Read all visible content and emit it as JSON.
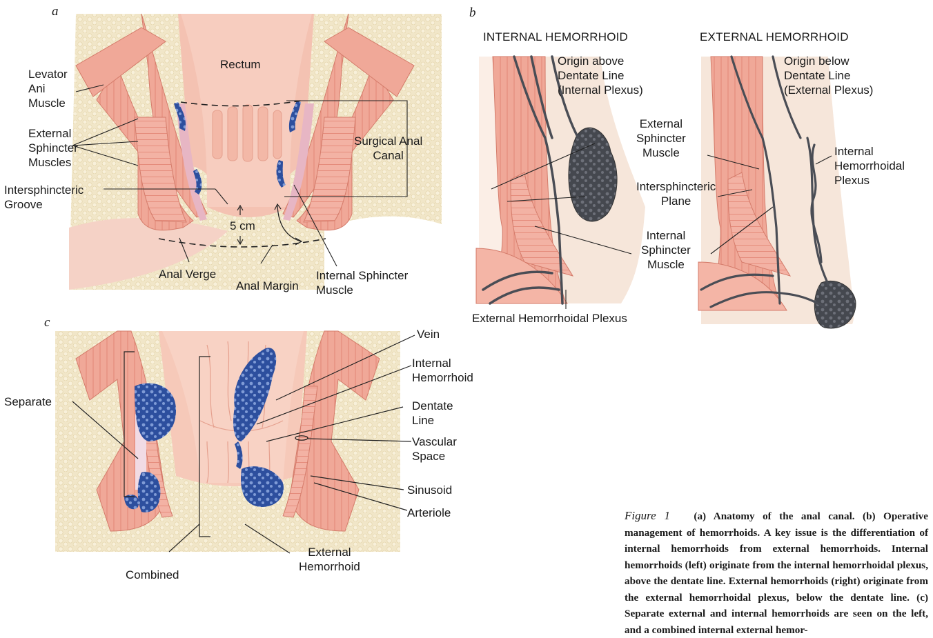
{
  "panel_a": {
    "letter": "a",
    "labels": {
      "rectum": "Rectum",
      "levator": [
        "Levator",
        "Ani",
        "Muscle"
      ],
      "external_sphincter": [
        "External",
        "Sphincter",
        "Muscles"
      ],
      "intersphincteric_groove": [
        "Intersphincteric",
        "Groove"
      ],
      "surgical_canal": [
        "Surgical Anal",
        "Canal"
      ],
      "length": "5 cm",
      "anal_verge": "Anal Verge",
      "anal_margin": "Anal Margin",
      "internal_sphincter": [
        "Internal Sphincter",
        "Muscle"
      ]
    }
  },
  "panel_b": {
    "letter": "b",
    "left_heading": "INTERNAL HEMORRHOID",
    "right_heading": "EXTERNAL HEMORRHOID",
    "labels": {
      "origin_above": [
        "Origin above",
        "Dentate Line",
        "(Internal Plexus)"
      ],
      "origin_below": [
        "Origin below",
        "Dentate Line",
        "(External Plexus)"
      ],
      "external_sphincter": [
        "External",
        "Sphincter",
        "Muscle"
      ],
      "intersphincteric_plane": [
        "Intersphincteric",
        "Plane"
      ],
      "internal_sphincter": [
        "Internal",
        "Sphincter",
        "Muscle"
      ],
      "internal_plexus": [
        "Internal",
        "Hemorrhoidal",
        "Plexus"
      ],
      "external_plexus": "External Hemorrhoidal Plexus"
    }
  },
  "panel_c": {
    "letter": "c",
    "labels": {
      "vein": "Vein",
      "internal_hemorrhoid": [
        "Internal",
        "Hemorrhoid"
      ],
      "dentate_line": [
        "Dentate",
        "Line"
      ],
      "vascular_space": [
        "Vascular",
        "Space"
      ],
      "sinusoid": "Sinusoid",
      "arteriole": "Arteriole",
      "external_hemorrhoid": [
        "External",
        "Hemorrhoid"
      ],
      "separate": "Separate",
      "combined": "Combined"
    }
  },
  "caption": {
    "figure_label": "Figure 1",
    "text": "(a) Anatomy of the anal canal. (b) Operative management of hemorrhoids. A key issue is the differentiation of internal hemorrhoids from external hemorrhoids. Internal hemorrhoids (left) originate from the internal hemorrhoidal plexus, above the dentate line. External hemorrhoids (right) originate from the external hemorrhoidal plexus, below the dentate line. (c) Separate external and internal hemorrhoids are seen on the left, and a combined internal external hemor-"
  },
  "colors": {
    "muscle": "#f0a79a",
    "muscle_dark": "#d98170",
    "fat": "#efe3c2",
    "lumen": "#f6c7b8",
    "vein_blue": "#2d4f9e",
    "vein_grey": "#4a4d55"
  }
}
